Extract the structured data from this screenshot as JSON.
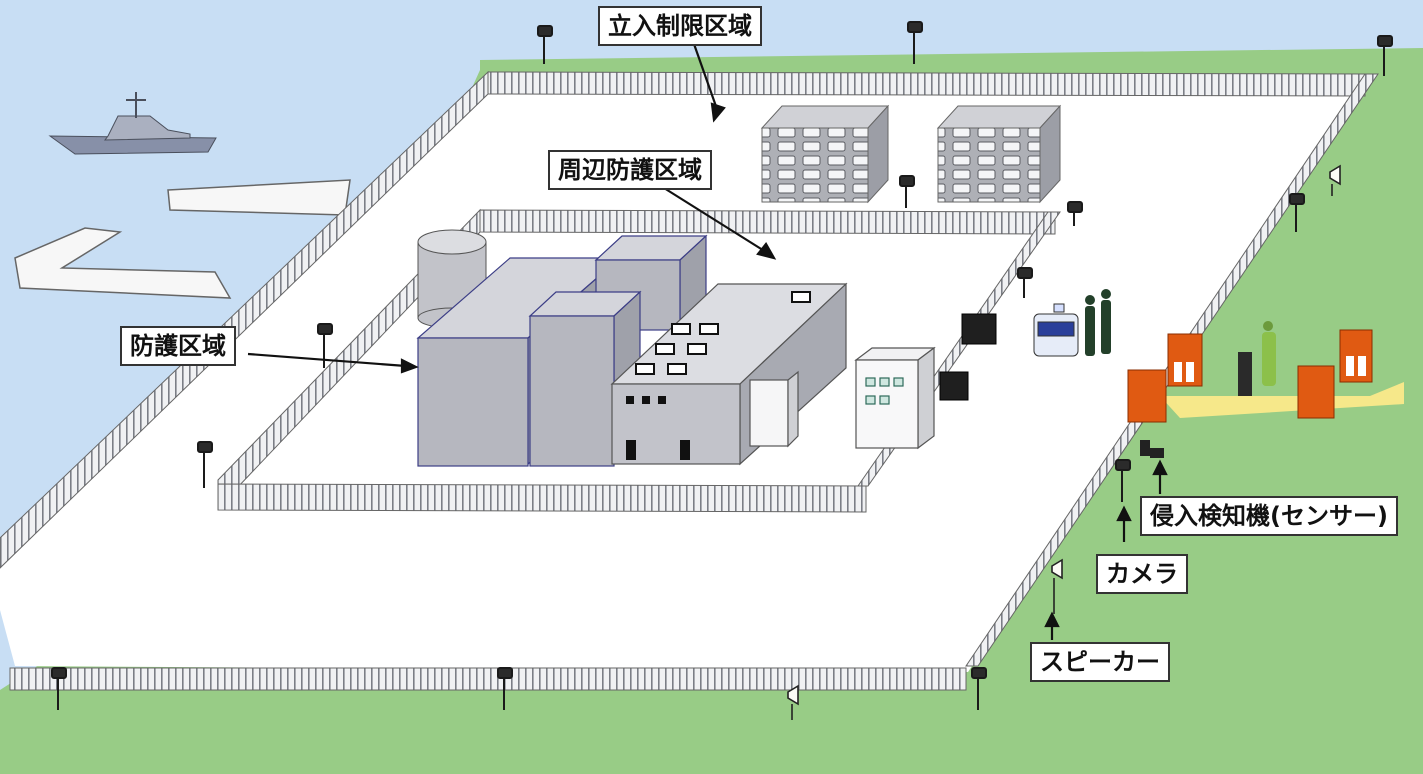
{
  "labels": {
    "restricted_area": "立入制限区域",
    "perimeter_area": "周辺防護区域",
    "protected_area": "防護区域",
    "sensor": "侵入検知機(センサー)",
    "camera": "カメラ",
    "speaker": "スピーカー"
  },
  "colors": {
    "sea": "#c8def4",
    "grass": "#98cc86",
    "ground": "#ffffff",
    "fence": "#eef0f2",
    "building_dark": "#a9aab2",
    "building_mid": "#bdbec6",
    "gate": "#e05a12",
    "crosswalk": "#f6e88a"
  }
}
